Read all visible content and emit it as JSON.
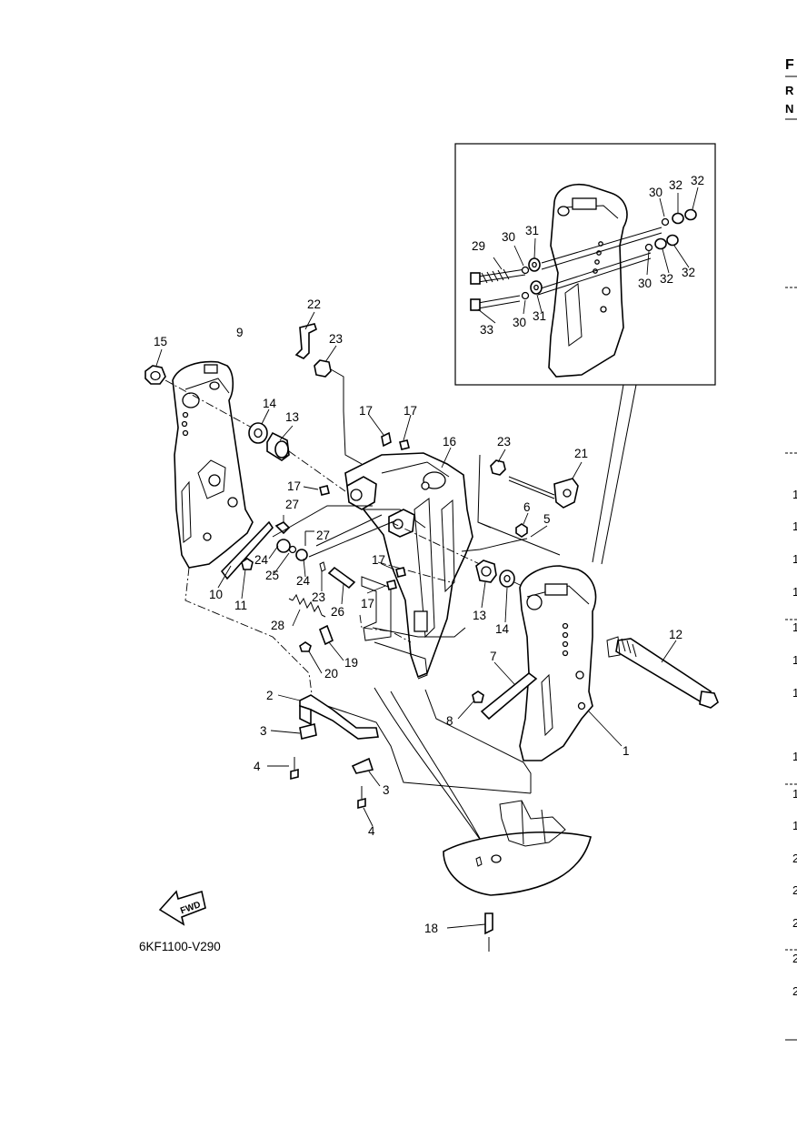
{
  "diagram_code": "6KF1100-V290",
  "fwd_label": "FWD",
  "edge_text": [
    "F",
    "R",
    "N"
  ],
  "edge_numbers": [
    "1",
    "1",
    "1",
    "1",
    "1",
    "1",
    "1",
    "1",
    "1",
    "1",
    "2",
    "2",
    "2",
    "2",
    "2"
  ],
  "callouts": [
    {
      "id": "c1",
      "label": "1"
    },
    {
      "id": "c2",
      "label": "2"
    },
    {
      "id": "c3a",
      "label": "3"
    },
    {
      "id": "c3b",
      "label": "3"
    },
    {
      "id": "c4a",
      "label": "4"
    },
    {
      "id": "c4b",
      "label": "4"
    },
    {
      "id": "c5",
      "label": "5"
    },
    {
      "id": "c6",
      "label": "6"
    },
    {
      "id": "c7",
      "label": "7"
    },
    {
      "id": "c8",
      "label": "8"
    },
    {
      "id": "c9",
      "label": "9"
    },
    {
      "id": "c10",
      "label": "10"
    },
    {
      "id": "c11",
      "label": "11"
    },
    {
      "id": "c12",
      "label": "12"
    },
    {
      "id": "c13a",
      "label": "13"
    },
    {
      "id": "c13b",
      "label": "13"
    },
    {
      "id": "c14a",
      "label": "14"
    },
    {
      "id": "c14b",
      "label": "14"
    },
    {
      "id": "c15",
      "label": "15"
    },
    {
      "id": "c16",
      "label": "16"
    },
    {
      "id": "c17a",
      "label": "17"
    },
    {
      "id": "c17b",
      "label": "17"
    },
    {
      "id": "c17c",
      "label": "17"
    },
    {
      "id": "c17d",
      "label": "17"
    },
    {
      "id": "c17e",
      "label": "17"
    },
    {
      "id": "c18",
      "label": "18"
    },
    {
      "id": "c19",
      "label": "19"
    },
    {
      "id": "c20",
      "label": "20"
    },
    {
      "id": "c21",
      "label": "21"
    },
    {
      "id": "c22",
      "label": "22"
    },
    {
      "id": "c23a",
      "label": "23"
    },
    {
      "id": "c23b",
      "label": "23"
    },
    {
      "id": "c23c",
      "label": "23"
    },
    {
      "id": "c24a",
      "label": "24"
    },
    {
      "id": "c24b",
      "label": "24"
    },
    {
      "id": "c25",
      "label": "25"
    },
    {
      "id": "c26",
      "label": "26"
    },
    {
      "id": "c27a",
      "label": "27"
    },
    {
      "id": "c27b",
      "label": "27"
    },
    {
      "id": "c28",
      "label": "28"
    },
    {
      "id": "c29",
      "label": "29"
    },
    {
      "id": "c30a",
      "label": "30"
    },
    {
      "id": "c30b",
      "label": "30"
    },
    {
      "id": "c30c",
      "label": "30"
    },
    {
      "id": "c30d",
      "label": "30"
    },
    {
      "id": "c31a",
      "label": "31"
    },
    {
      "id": "c31b",
      "label": "31"
    },
    {
      "id": "c32a",
      "label": "32"
    },
    {
      "id": "c32b",
      "label": "32"
    },
    {
      "id": "c32c",
      "label": "32"
    },
    {
      "id": "c32d",
      "label": "32"
    },
    {
      "id": "c33",
      "label": "33"
    }
  ]
}
